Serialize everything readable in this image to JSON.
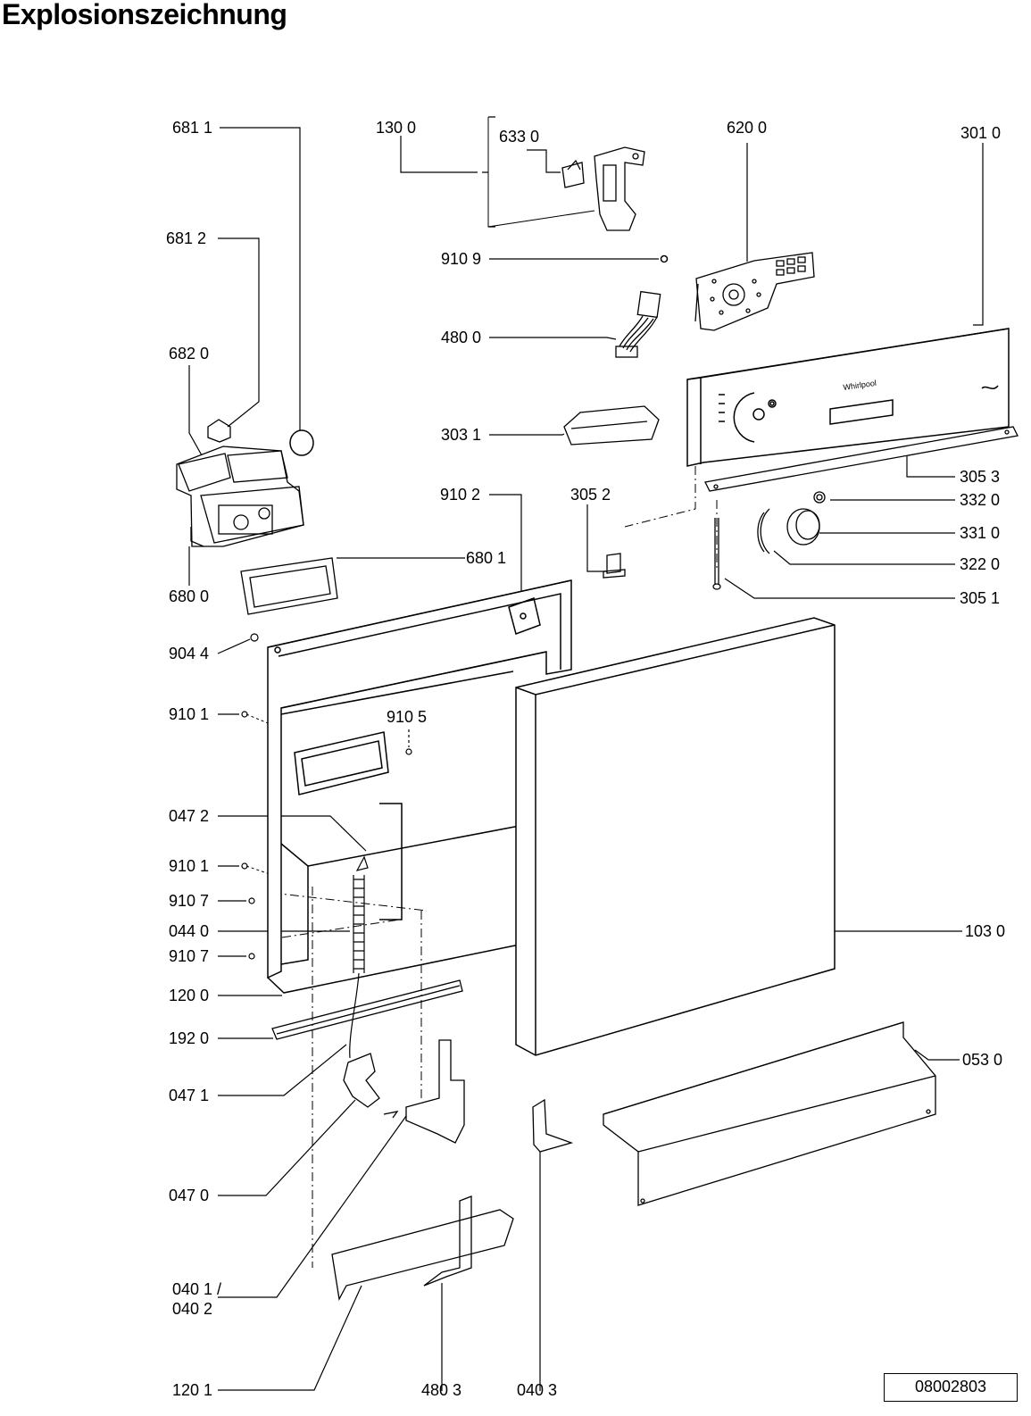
{
  "title": "Explosionszeichnung",
  "doc_number": "08002803",
  "labels": {
    "p6811": "681 1",
    "p1300": "130 0",
    "p6330": "633 0",
    "p6200": "620 0",
    "p3010": "301 0",
    "p6812": "681 2",
    "p9109": "910 9",
    "p4800": "480 0",
    "p6820": "682 0",
    "p3031": "303 1",
    "p3053": "305 3",
    "p9102": "910 2",
    "p3052": "305 2",
    "p3320": "332 0",
    "p3310": "331 0",
    "p6801": "680 1",
    "p3220": "322 0",
    "p6800": "680 0",
    "p3051": "305 1",
    "p9044": "904 4",
    "p9101a": "910 1",
    "p9105": "910 5",
    "p0472": "047 2",
    "p9101b": "910 1",
    "p9107a": "910 7",
    "p0440": "044 0",
    "p1030": "103 0",
    "p9107b": "910 7",
    "p1200": "120 0",
    "p1920": "192 0",
    "p0530": "053 0",
    "p0471": "047 1",
    "p0470": "047 0",
    "p0401": "040 1 /",
    "p0402": "040 2",
    "p1201": "120 1",
    "p4803": "480 3",
    "p0403": "040 3"
  },
  "panel_logo": "Whirlpool"
}
